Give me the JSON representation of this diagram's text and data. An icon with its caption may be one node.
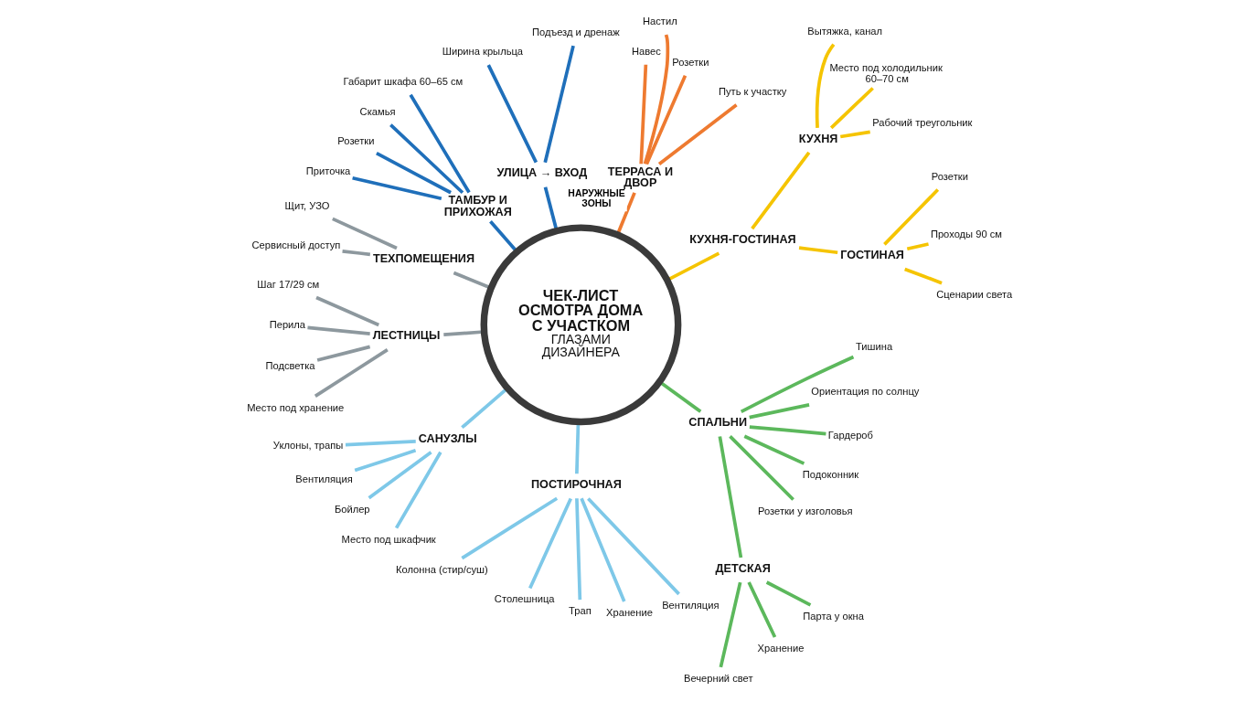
{
  "diagram": {
    "nodes": [
      {
        "text": [
          "ЧЕК-ЛИСТ ОСМОТРА ДОМА С УЧАСТКОМ",
          "ГЛАЗАМИ ДИЗАЙНЕРА"
        ]
      },
      {
        "text": [
          "УЛИЦА → ВХОД"
        ]
      },
      {
        "text": [
          "Подъезд и дренаж"
        ]
      },
      {
        "text": [
          "Ширина крыльца"
        ]
      },
      {
        "text": [
          "ТАМБУР И ПРИХОЖАЯ"
        ]
      },
      {
        "text": [
          "Габарит шкафа 60–65 см"
        ]
      },
      {
        "text": [
          "Скамья"
        ]
      },
      {
        "text": [
          "Розетки"
        ]
      },
      {
        "text": [
          "Приточка"
        ]
      },
      {
        "text": [
          "ТЕРРАСА И ДВОР"
        ]
      },
      {
        "text": [
          "Настил"
        ]
      },
      {
        "text": [
          "Навес"
        ]
      },
      {
        "text": [
          "Розетки"
        ]
      },
      {
        "text": [
          "Путь к участку"
        ]
      },
      {
        "text": [
          "КУХНЯ-ГОСТИНАЯ"
        ]
      },
      {
        "text": [
          "КУХНЯ"
        ]
      },
      {
        "text": [
          "Вытяжка, канал"
        ]
      },
      {
        "text": [
          "Место под холодильник 60–70 см"
        ]
      },
      {
        "text": [
          "Рабочий треугольник"
        ]
      },
      {
        "text": [
          "ГОСТИНАЯ"
        ]
      },
      {
        "text": [
          "Розетки"
        ]
      },
      {
        "text": [
          "Проходы 90 см"
        ]
      },
      {
        "text": [
          "Сценарии света"
        ]
      },
      {
        "text": [
          "СПАЛЬНИ"
        ]
      },
      {
        "text": [
          "Тишина"
        ]
      },
      {
        "text": [
          "Ориентация по солнцу"
        ]
      },
      {
        "text": [
          "Гардероб"
        ]
      },
      {
        "text": [
          "Подоконник"
        ]
      },
      {
        "text": [
          "Розетки у изголовья"
        ]
      },
      {
        "text": [
          "ДЕТСКАЯ"
        ]
      },
      {
        "text": [
          "Парта у окна"
        ]
      },
      {
        "text": [
          "Хранение"
        ]
      },
      {
        "text": [
          "Вечерний свет"
        ]
      },
      {
        "text": [
          "САНУЗЛЫ"
        ]
      },
      {
        "text": [
          "Уклоны, трапы"
        ]
      },
      {
        "text": [
          "Вентиляция"
        ]
      },
      {
        "text": [
          "Бойлер"
        ]
      },
      {
        "text": [
          "Место под шкафчик"
        ]
      },
      {
        "text": [
          "ПОСТИРОЧНАЯ"
        ]
      },
      {
        "text": [
          "Колонна (стир/суш)"
        ]
      },
      {
        "text": [
          "Столешница"
        ]
      },
      {
        "text": [
          "Трап"
        ]
      },
      {
        "text": [
          "Хранение"
        ]
      },
      {
        "text": [
          "Вентиляция"
        ]
      },
      {
        "text": [
          "ТЕХПОМЕЩЕНИЯ"
        ]
      },
      {
        "text": [
          "Щит, УЗО"
        ]
      },
      {
        "text": [
          "Сервисный доступ"
        ]
      },
      {
        "text": [
          "ЛЕСТНИЦЫ"
        ]
      },
      {
        "text": [
          "Шаг 17/29 см"
        ]
      },
      {
        "text": [
          "Перила"
        ]
      },
      {
        "text": [
          "Подсветка"
        ]
      },
      {
        "text": [
          "Место под хранение"
        ]
      }
    ],
    "edges": [
      {
        "from": 0,
        "to": 1,
        "arrow": "none",
        "color": "#1f6fba"
      },
      {
        "from": 1,
        "to": 2,
        "arrow": "none",
        "color": "#1f6fba"
      },
      {
        "from": 1,
        "to": 3,
        "arrow": "none",
        "color": "#1f6fba"
      },
      {
        "from": 0,
        "to": 4,
        "arrow": "none",
        "color": "#1f6fba"
      },
      {
        "from": 4,
        "to": 5,
        "arrow": "none",
        "color": "#1f6fba"
      },
      {
        "from": 4,
        "to": 6,
        "arrow": "none",
        "color": "#1f6fba"
      },
      {
        "from": 4,
        "to": 7,
        "arrow": "none",
        "color": "#1f6fba"
      },
      {
        "from": 4,
        "to": 8,
        "arrow": "none",
        "color": "#1f6fba"
      },
      {
        "from": 0,
        "to": 9,
        "arrow": "none",
        "label": "НАРУЖНЫЕ ЗОНЫ",
        "color": "#ee7a30"
      },
      {
        "from": 9,
        "to": 10,
        "arrow": "none",
        "color": "#ee7a30"
      },
      {
        "from": 9,
        "to": 11,
        "arrow": "none",
        "color": "#ee7a30"
      },
      {
        "from": 9,
        "to": 12,
        "arrow": "none",
        "color": "#ee7a30"
      },
      {
        "from": 9,
        "to": 13,
        "arrow": "none",
        "color": "#ee7a30"
      },
      {
        "from": 0,
        "to": 14,
        "arrow": "none",
        "color": "#f5c400"
      },
      {
        "from": 14,
        "to": 15,
        "arrow": "none",
        "color": "#f5c400"
      },
      {
        "from": 15,
        "to": 16,
        "arrow": "none",
        "color": "#f5c400"
      },
      {
        "from": 15,
        "to": 17,
        "arrow": "none",
        "color": "#f5c400"
      },
      {
        "from": 15,
        "to": 18,
        "arrow": "none",
        "color": "#f5c400"
      },
      {
        "from": 14,
        "to": 19,
        "arrow": "none",
        "color": "#f5c400"
      },
      {
        "from": 19,
        "to": 20,
        "arrow": "none",
        "color": "#f5c400"
      },
      {
        "from": 19,
        "to": 21,
        "arrow": "none",
        "color": "#f5c400"
      },
      {
        "from": 19,
        "to": 22,
        "arrow": "none",
        "color": "#f5c400"
      },
      {
        "from": 0,
        "to": 23,
        "arrow": "none",
        "color": "#5cb85c"
      },
      {
        "from": 23,
        "to": 24,
        "arrow": "none",
        "color": "#5cb85c"
      },
      {
        "from": 23,
        "to": 25,
        "arrow": "none",
        "color": "#5cb85c"
      },
      {
        "from": 23,
        "to": 26,
        "arrow": "none",
        "color": "#5cb85c"
      },
      {
        "from": 23,
        "to": 27,
        "arrow": "none",
        "color": "#5cb85c"
      },
      {
        "from": 23,
        "to": 28,
        "arrow": "none",
        "color": "#5cb85c"
      },
      {
        "from": 23,
        "to": 29,
        "arrow": "none",
        "color": "#5cb85c"
      },
      {
        "from": 29,
        "to": 30,
        "arrow": "none",
        "color": "#5cb85c"
      },
      {
        "from": 29,
        "to": 31,
        "arrow": "none",
        "color": "#5cb85c"
      },
      {
        "from": 29,
        "to": 32,
        "arrow": "none",
        "color": "#5cb85c"
      },
      {
        "from": 0,
        "to": 33,
        "arrow": "none",
        "color": "#7ec8e8"
      },
      {
        "from": 33,
        "to": 34,
        "arrow": "none",
        "color": "#7ec8e8"
      },
      {
        "from": 33,
        "to": 35,
        "arrow": "none",
        "color": "#7ec8e8"
      },
      {
        "from": 33,
        "to": 36,
        "arrow": "none",
        "color": "#7ec8e8"
      },
      {
        "from": 33,
        "to": 37,
        "arrow": "none",
        "color": "#7ec8e8"
      },
      {
        "from": 0,
        "to": 38,
        "arrow": "none",
        "color": "#7ec8e8"
      },
      {
        "from": 38,
        "to": 39,
        "arrow": "none",
        "color": "#7ec8e8"
      },
      {
        "from": 38,
        "to": 40,
        "arrow": "none",
        "color": "#7ec8e8"
      },
      {
        "from": 38,
        "to": 41,
        "arrow": "none",
        "color": "#7ec8e8"
      },
      {
        "from": 38,
        "to": 42,
        "arrow": "none",
        "color": "#7ec8e8"
      },
      {
        "from": 38,
        "to": 43,
        "arrow": "none",
        "color": "#7ec8e8"
      },
      {
        "from": 0,
        "to": 44,
        "arrow": "none",
        "color": "#8d989e"
      },
      {
        "from": 44,
        "to": 45,
        "arrow": "none",
        "color": "#8d989e"
      },
      {
        "from": 44,
        "to": 46,
        "arrow": "none",
        "color": "#8d989e"
      },
      {
        "from": 0,
        "to": 47,
        "arrow": "none",
        "color": "#8d989e"
      },
      {
        "from": 47,
        "to": 48,
        "arrow": "none",
        "color": "#8d989e"
      },
      {
        "from": 47,
        "to": 49,
        "arrow": "none",
        "color": "#8d989e"
      },
      {
        "from": 47,
        "to": 50,
        "arrow": "none",
        "color": "#8d989e"
      },
      {
        "from": 47,
        "to": 51,
        "arrow": "none",
        "color": "#8d989e"
      }
    ]
  }
}
